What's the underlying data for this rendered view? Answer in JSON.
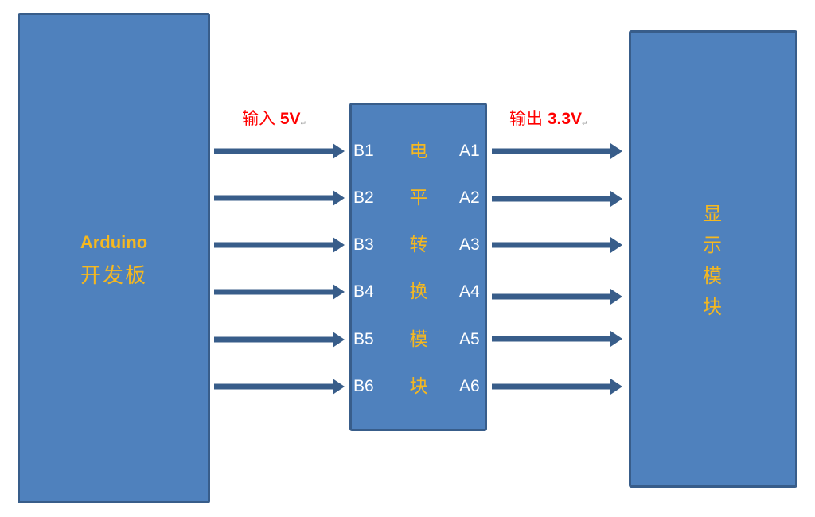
{
  "colors": {
    "box_fill": "#4f81bd",
    "box_border": "#385d8a",
    "arrow": "#385d8a",
    "label_red": "#ff0000",
    "label_gold": "#f5b820",
    "pin_text": "#ffffff"
  },
  "left_box": {
    "name": "Arduino",
    "subtitle": "开发板"
  },
  "input_label": {
    "prefix": "输入",
    "value": "5V"
  },
  "output_label": {
    "prefix": "输出",
    "value": "3.3V"
  },
  "level_shifter": {
    "title_chars": [
      "电",
      "平",
      "转",
      "换",
      "模",
      "块"
    ],
    "b_pins": [
      "B1",
      "B2",
      "B3",
      "B4",
      "B5",
      "B6"
    ],
    "a_pins": [
      "A1",
      "A2",
      "A3",
      "A4",
      "A5",
      "A6"
    ]
  },
  "right_box": {
    "title_chars": [
      "显",
      "示",
      "模",
      "块"
    ]
  },
  "connections": {
    "count": 6,
    "direction": "left-to-right"
  }
}
